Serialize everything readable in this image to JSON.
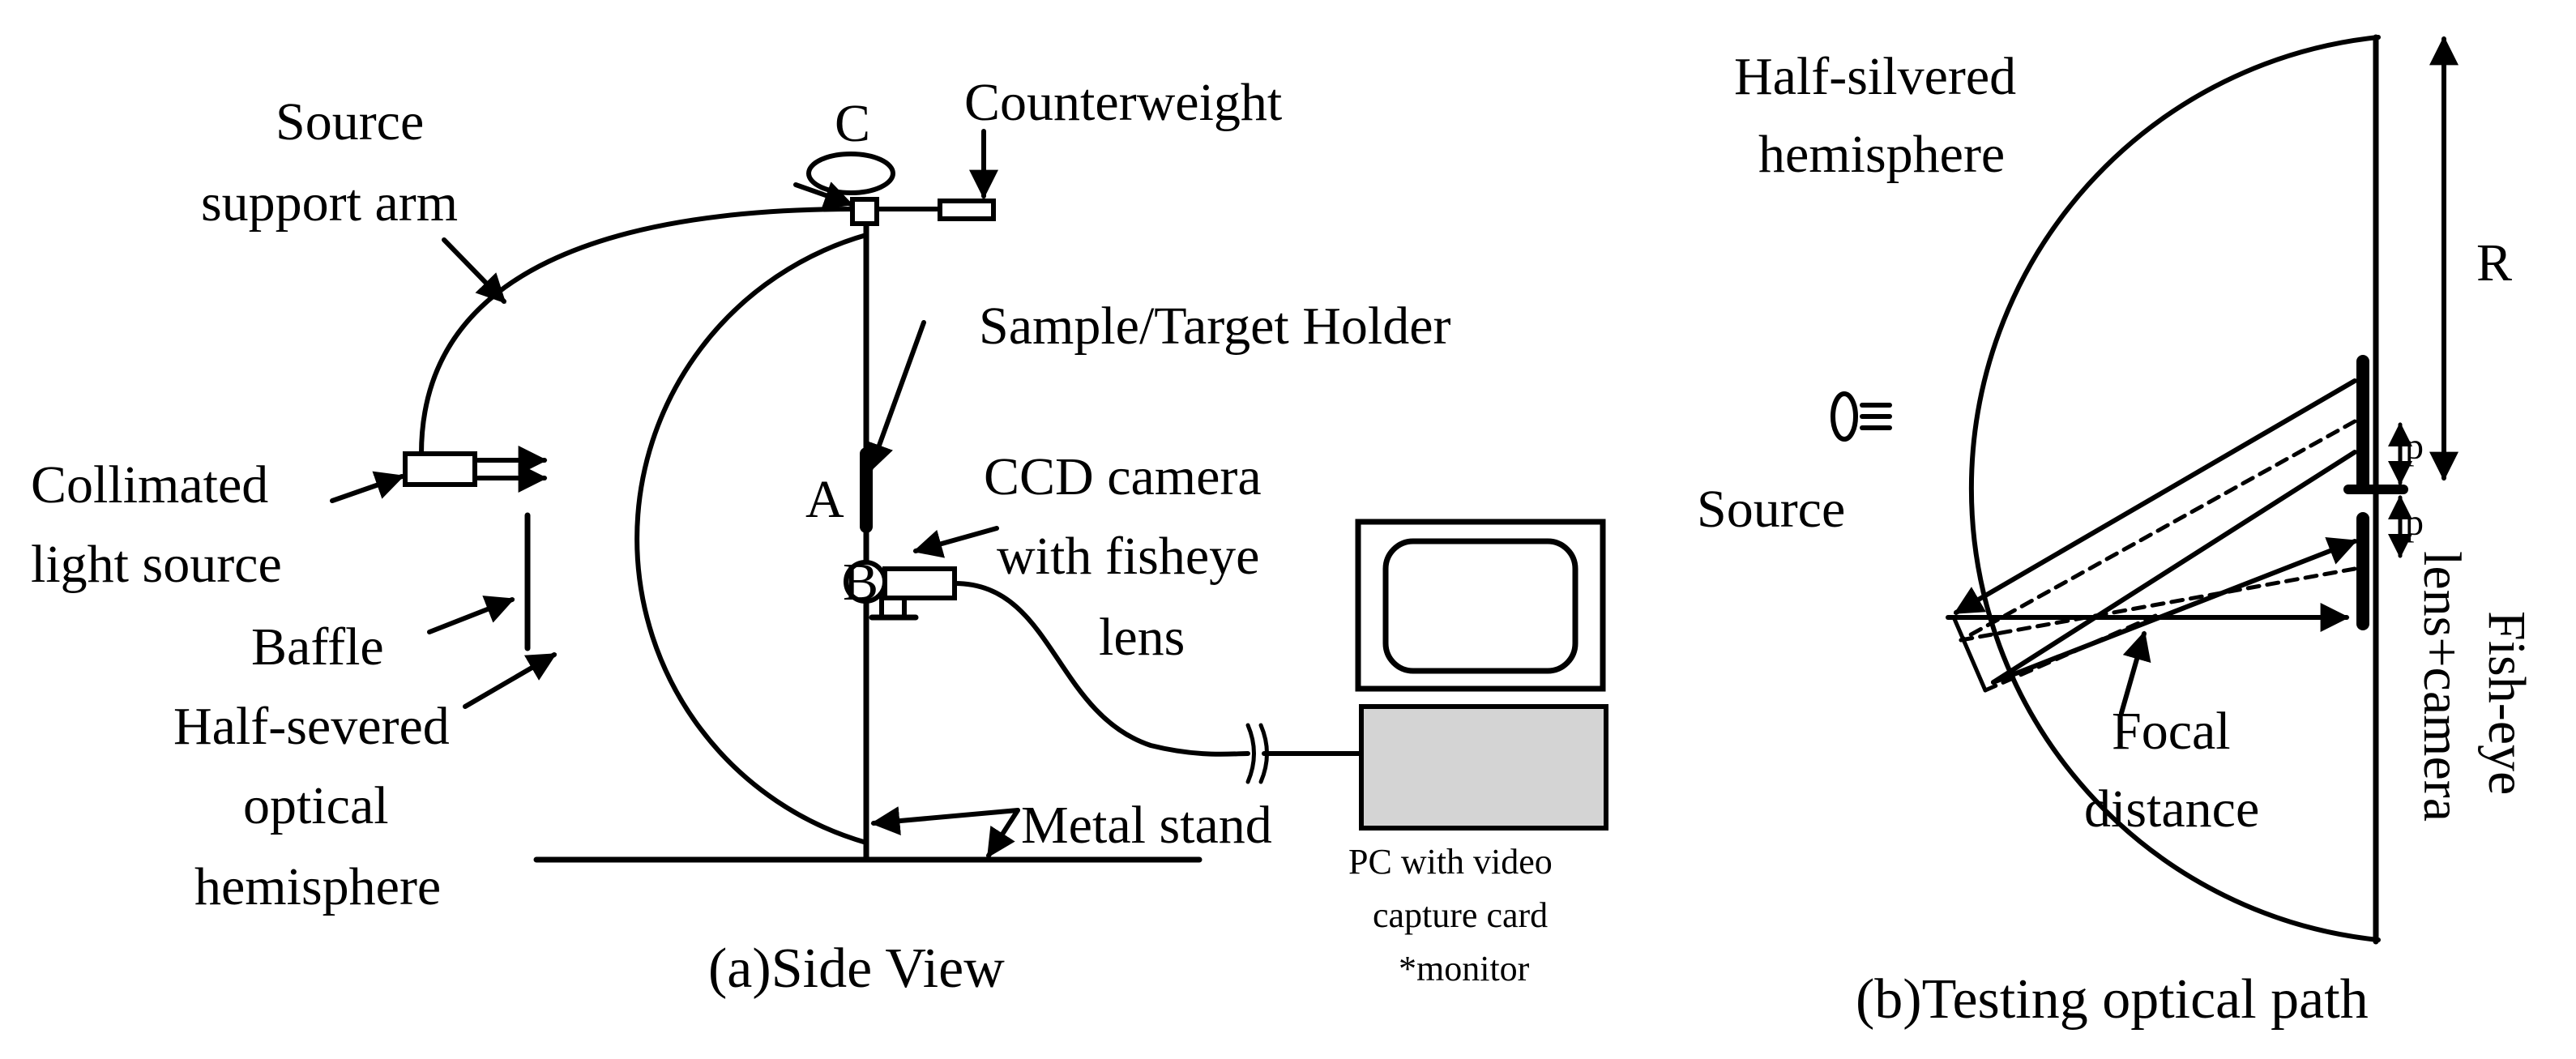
{
  "panel_a": {
    "caption": "(a)Side View",
    "labels": {
      "source_support_arm_1": "Source",
      "source_support_arm_2": "support arm",
      "point_c": "C",
      "counterweight": "Counterweight",
      "sample_target_holder": "Sample/Target Holder",
      "collimated_1": "Collimated",
      "collimated_2": "light source",
      "point_a": "A",
      "point_b": "B",
      "ccd_1": "CCD camera",
      "ccd_2": "with fisheye",
      "ccd_3": "lens",
      "baffle": "Baffle",
      "hemisphere_1": "Half-severed",
      "hemisphere_2": "optical",
      "hemisphere_3": "hemisphere",
      "metal_stand": "Metal stand",
      "pc_1": "PC with video",
      "pc_2": "capture card",
      "pc_3": "*monitor"
    }
  },
  "panel_b": {
    "caption": "(b)Testing optical path",
    "labels": {
      "half_silvered_1": "Half-silvered",
      "half_silvered_2": "hemisphere",
      "r": "R",
      "source": "Source",
      "p_upper": "p",
      "p_lower": "p",
      "focal_1": "Focal",
      "focal_2": "distance",
      "fisheye_1": "Fish-eye",
      "fisheye_2": "lens+camera"
    }
  }
}
